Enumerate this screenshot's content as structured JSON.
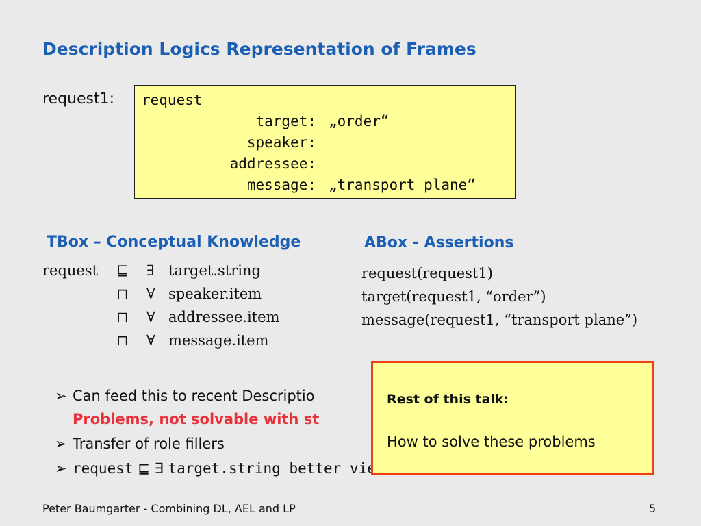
{
  "title": "Description Logics Representation of Frames",
  "frame": {
    "label": "request1:",
    "head": "request",
    "slots": [
      {
        "key": "target:",
        "value": "„order“"
      },
      {
        "key": "speaker:",
        "value": ""
      },
      {
        "key": "addressee:",
        "value": ""
      },
      {
        "key": "message:",
        "value": "„transport plane“"
      }
    ]
  },
  "tbox": {
    "heading": "TBox – Conceptual Knowledge",
    "lhs": "request",
    "rows": [
      {
        "sym": "⊑",
        "q": "∃",
        "expr": "target.string"
      },
      {
        "sym": "⊓",
        "q": "∀",
        "expr": "speaker.item"
      },
      {
        "sym": "⊓",
        "q": "∀",
        "expr": "addressee.item"
      },
      {
        "sym": "⊓",
        "q": "∀",
        "expr": "message.item"
      }
    ]
  },
  "abox": {
    "heading": "ABox - Assertions",
    "lines": [
      "request(request1)",
      "target(request1, “order”)",
      "message(request1, “transport plane”)"
    ]
  },
  "bullets": {
    "marker": "➢",
    "b1": "Can feed this to recent Descriptio",
    "b1_sub": "Problems, not solvable with st",
    "b2": "Transfer of role fillers",
    "b3_pre": "request",
    "b3_sym": "⊑ ∃",
    "b3_rest": "target.string better vie"
  },
  "popup": {
    "heading": "Rest of this talk:",
    "body": "How to solve these problems"
  },
  "footer": {
    "left": "Peter Baumgarter - Combining DL, AEL and LP",
    "page": "5"
  }
}
